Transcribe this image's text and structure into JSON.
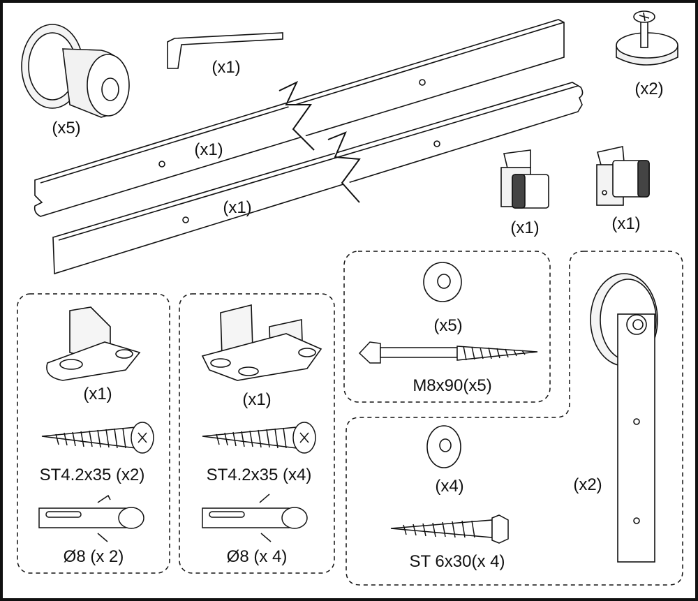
{
  "labels": {
    "end_cap": "(x5)",
    "hex_key": "(x1)",
    "door_stopper": "(x2)",
    "rail_upper": "(x1)",
    "rail_lower": "(x1)",
    "rail_connector_a": "(x1)",
    "rail_connector_b": "(x1)",
    "single_floor_guide": "(x1)",
    "single_guide_screw": "ST4.2x35 (x2)",
    "single_guide_anchor": "Ø8 (x 2)",
    "double_floor_guide": "(x1)",
    "double_guide_screw": "ST4.2x35 (x4)",
    "double_guide_anchor": "Ø8 (x 4)",
    "large_washer": "(x5)",
    "lag_bolt": "M8x90(x5)",
    "small_washer": "(x4)",
    "hanger_screw": "ST 6x30(x 4)",
    "roller_hanger": "(x2)"
  },
  "colors": {
    "line": "#111111",
    "paper": "#ffffff",
    "dark_part": "#333333",
    "light_part": "#e8e8e8"
  }
}
